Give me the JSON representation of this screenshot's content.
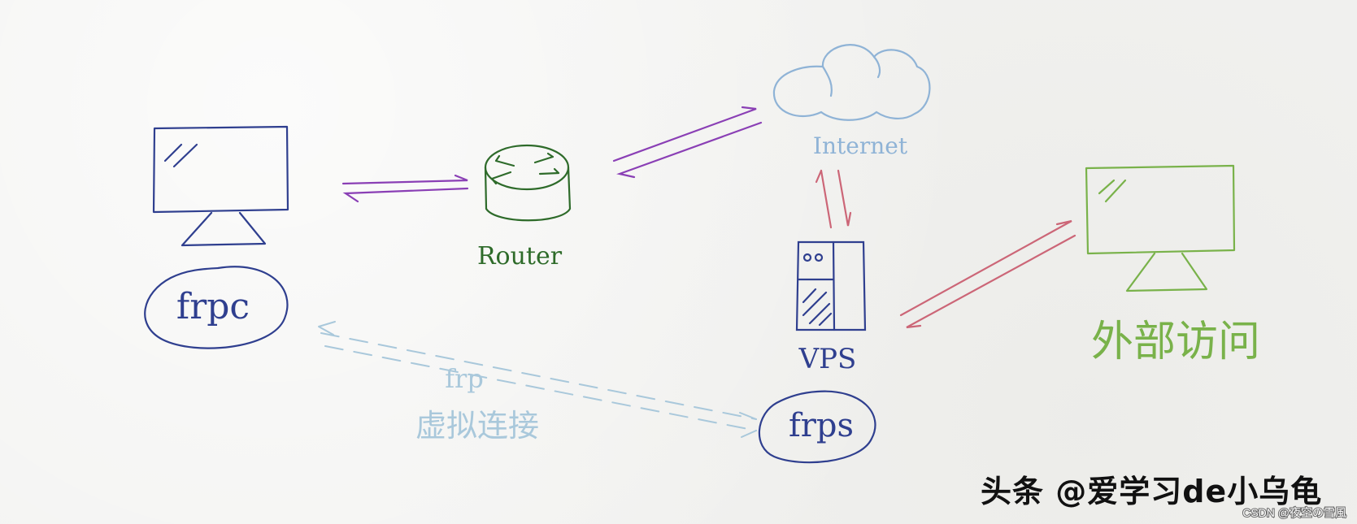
{
  "nodes": {
    "frpc_label": "frpc",
    "router_label": "Router",
    "internet_label": "Internet",
    "vps_label": "VPS",
    "frps_label": "frps",
    "external_label": "外部访问",
    "virtual_link": {
      "line1": "frp",
      "line2": "虚拟连接"
    }
  },
  "watermark": {
    "main": "头条 @爱学习de小乌龟",
    "csdn": "CSDN @夜空の雪風"
  },
  "colors": {
    "client": "#2f3f8f",
    "router": "#2e6b2a",
    "purple_link": "#8a3fb5",
    "internet": "#8fb3d6",
    "red_link": "#cc6677",
    "external": "#79b24a",
    "virtual": "#a9c8db"
  }
}
